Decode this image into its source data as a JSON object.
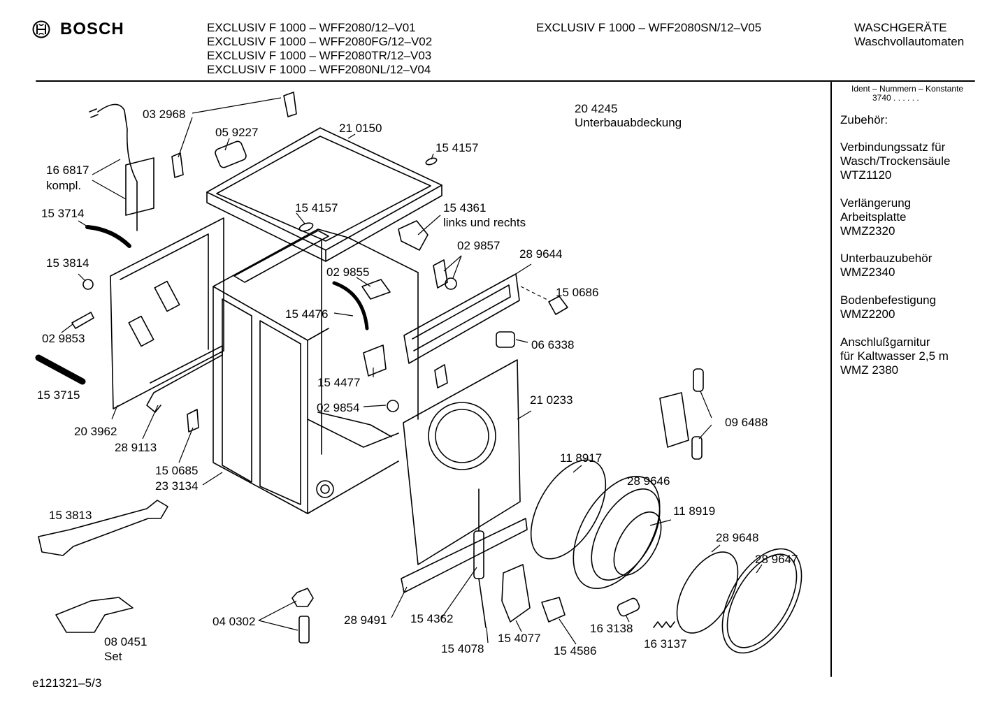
{
  "header": {
    "brand": "BOSCH",
    "models_col1": [
      "EXCLUSIV F 1000 – WFF2080/12–V01",
      "EXCLUSIV F 1000 – WFF2080FG/12–V02",
      "EXCLUSIV F 1000 – WFF2080TR/12–V03",
      "EXCLUSIV F 1000 – WFF2080NL/12–V04"
    ],
    "models_col2": [
      "EXCLUSIV F 1000 – WFF2080SN/12–V05"
    ],
    "category": "WASCHGERÄTE",
    "subcategory": "Waschvollautomaten"
  },
  "sidebar": {
    "ident_label": "Ident – Nummern – Konstante",
    "ident_value": "3740  . .    . . . .",
    "accessories_title": "Zubehör:",
    "accessories": [
      {
        "lines": [
          "Verbindungssatz für",
          "Wasch/Trockensäule",
          "WTZ1120"
        ]
      },
      {
        "lines": [
          "Verlängerung",
          "Arbeitsplatte",
          "WMZ2320"
        ]
      },
      {
        "lines": [
          "Unterbauzubehör",
          "WMZ2340"
        ]
      },
      {
        "lines": [
          "Bodenbefestigung",
          "WMZ2200"
        ]
      },
      {
        "lines": [
          "Anschlußgarnitur",
          "für Kaltwasser 2,5 m",
          "WMZ 2380"
        ]
      }
    ]
  },
  "parts": {
    "p032968": "03 2968",
    "p059227": "05 9227",
    "p210150": "21 0150",
    "p154157a": "15 4157",
    "p154157b": "15 4157",
    "p204245": "20 4245",
    "p204245_desc": "Unterbauabdeckung",
    "p166817": "16 6817",
    "p166817_desc": "kompl.",
    "p153714": "15 3714",
    "p154361": "15 4361",
    "p154361_desc": "links und rechts",
    "p029857": "02 9857",
    "p289644": "28 9644",
    "p153814": "15 3814",
    "p029855": "02 9855",
    "p150686": "15 0686",
    "p154476": "15 4476",
    "p029853": "02 9853",
    "p066338": "06 6338",
    "p154477": "15 4477",
    "p153715": "15 3715",
    "p029854": "02 9854",
    "p210233": "21 0233",
    "p203962": "20 3962",
    "p289113": "28 9113",
    "p096488": "09 6488",
    "p150685": "15 0685",
    "p233134": "23 3134",
    "p118917": "11 8917",
    "p289646": "28 9646",
    "p118919": "11 8919",
    "p153813": "15 3813",
    "p289648": "28 9648",
    "p289647": "28 9647",
    "p040302": "04 0302",
    "p289491": "28 9491",
    "p154362": "15 4362",
    "p163138": "16 3138",
    "p080451": "08 0451",
    "p080451_desc": "Set",
    "p154077": "15 4077",
    "p154586": "15 4586",
    "p163137": "16 3137",
    "p154078": "15 4078"
  },
  "footer": {
    "drawing_id": "e121321–5/3"
  }
}
